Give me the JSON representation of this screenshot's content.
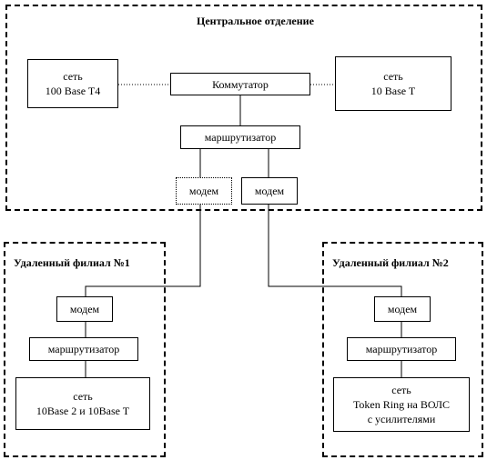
{
  "zones": {
    "central": {
      "title": "Центральное отделение"
    },
    "branch1": {
      "title": "Удаленный филиал №1"
    },
    "branch2": {
      "title": "Удаленный филиал №2"
    }
  },
  "central": {
    "net_left": {
      "line1": "сеть",
      "line2": "100 Base T4"
    },
    "switch": {
      "label": "Коммутатор"
    },
    "net_right": {
      "line1": "сеть",
      "line2": "10 Base T"
    },
    "router": {
      "label": "маршрутизатор"
    },
    "modem_left": {
      "label": "модем"
    },
    "modem_right": {
      "label": "модем"
    }
  },
  "branch1": {
    "modem": {
      "label": "модем"
    },
    "router": {
      "label": "маршрутизатор"
    },
    "net": {
      "line1": "сеть",
      "line2": "10Base 2 и 10Base T"
    }
  },
  "branch2": {
    "modem": {
      "label": "модем"
    },
    "router": {
      "label": "маршрутизатор"
    },
    "net": {
      "line1": "сеть",
      "line2": "Token Ring на ВОЛС",
      "line3": "с усилителями"
    }
  }
}
